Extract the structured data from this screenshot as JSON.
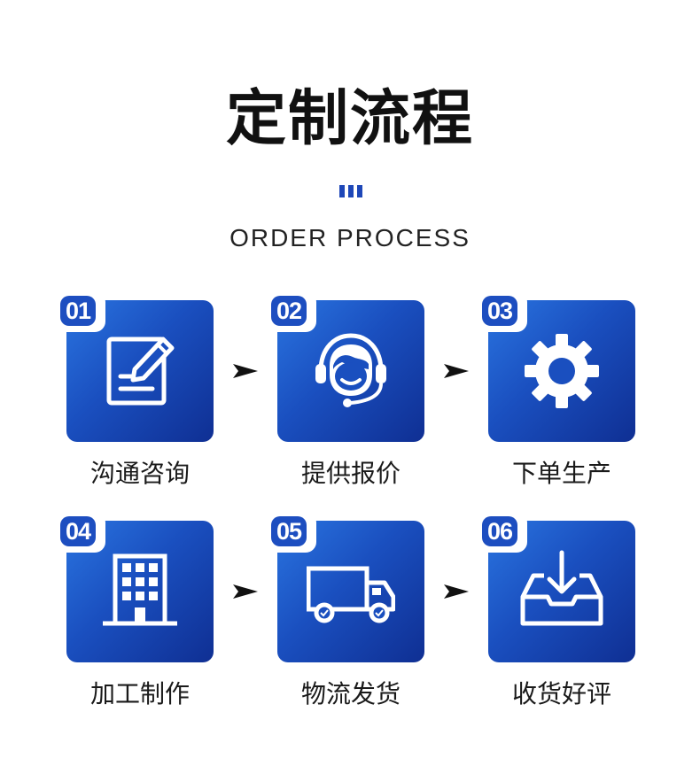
{
  "title": "定制流程",
  "subtitle": "ORDER PROCESS",
  "steps": [
    {
      "num": "01",
      "label": "沟通咨询",
      "icon": "edit-document-icon"
    },
    {
      "num": "02",
      "label": "提供报价",
      "icon": "customer-service-headset-icon"
    },
    {
      "num": "03",
      "label": "下单生产",
      "icon": "gear-icon"
    },
    {
      "num": "04",
      "label": "加工制作",
      "icon": "factory-building-icon"
    },
    {
      "num": "05",
      "label": "物流发货",
      "icon": "delivery-truck-icon"
    },
    {
      "num": "06",
      "label": "收货好评",
      "icon": "inbox-download-icon"
    }
  ],
  "colors": {
    "accent": "#1e47b8",
    "card_light": "#2a74e0",
    "card_dark": "#0f2f93"
  }
}
